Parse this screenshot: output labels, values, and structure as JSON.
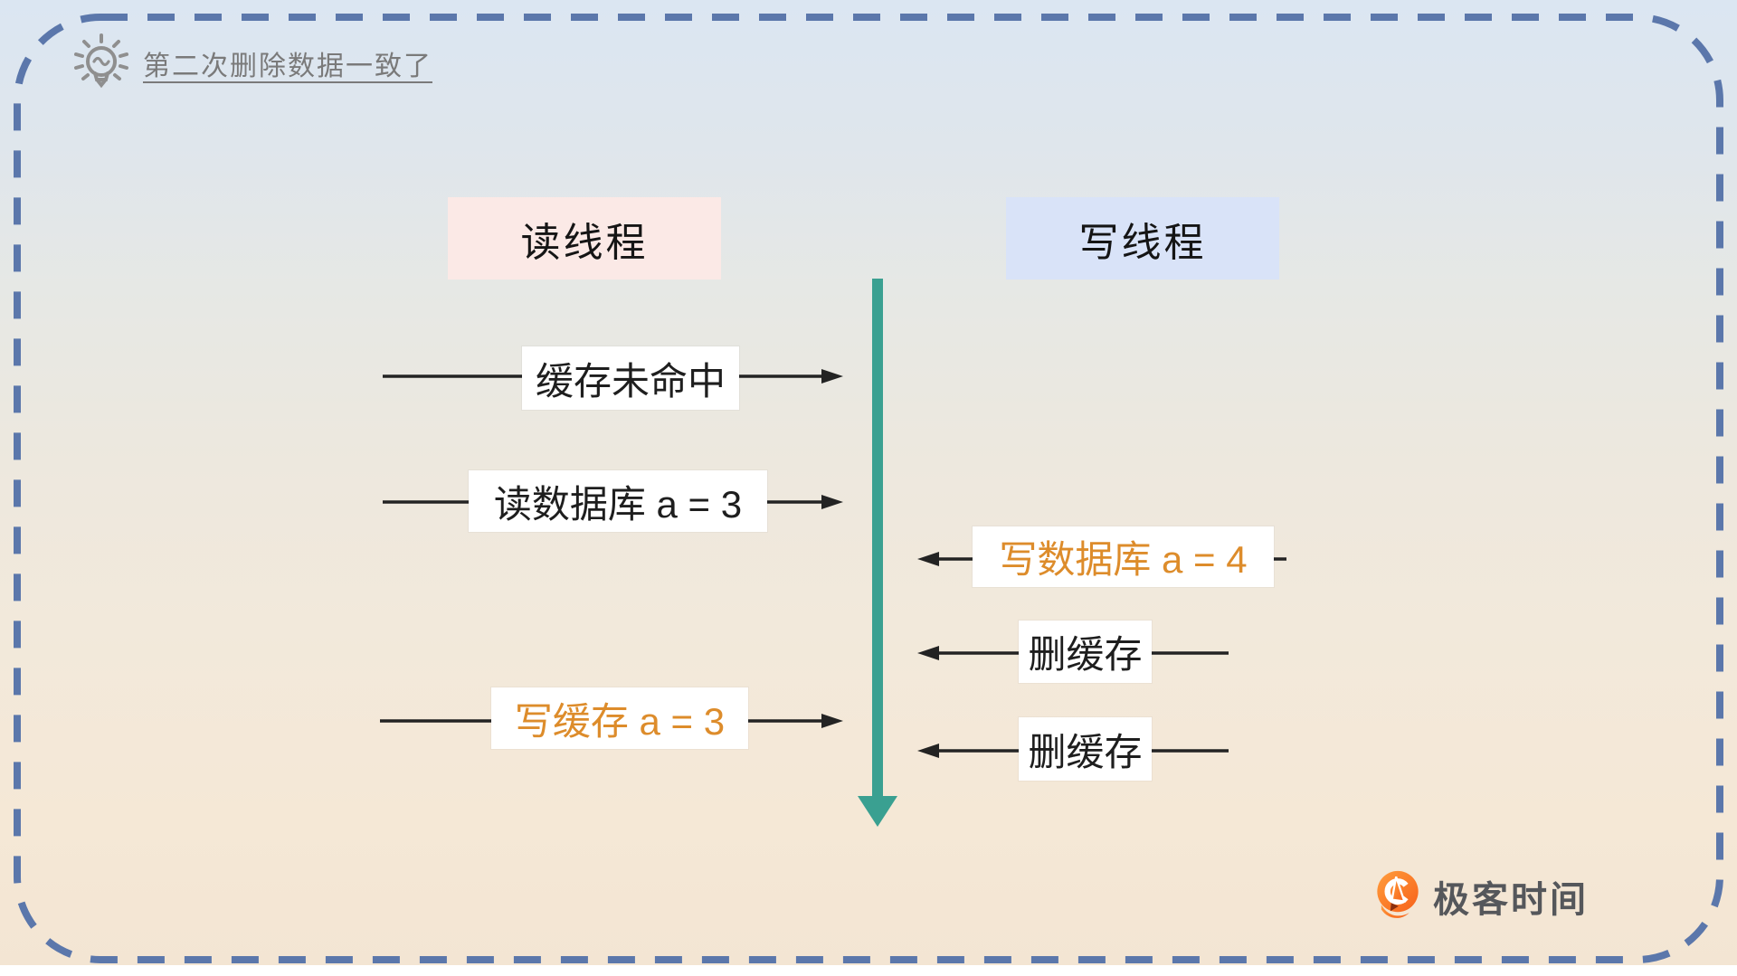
{
  "note": {
    "icon": "lightbulb-icon",
    "text": "第二次删除数据一致了"
  },
  "headers": {
    "read_thread": "读线程",
    "write_thread": "写线程"
  },
  "timeline": {
    "direction": "down",
    "description": "time-axis-arrow"
  },
  "events": [
    {
      "side": "left",
      "label": "缓存未命中",
      "emphasis": "normal"
    },
    {
      "side": "left",
      "label": "读数据库 a = 3",
      "emphasis": "normal"
    },
    {
      "side": "right",
      "label": "写数据库 a = 4",
      "emphasis": "orange"
    },
    {
      "side": "right",
      "label": "删缓存",
      "emphasis": "normal"
    },
    {
      "side": "left",
      "label": "写缓存 a = 3",
      "emphasis": "orange"
    },
    {
      "side": "right",
      "label": "删缓存",
      "emphasis": "normal"
    }
  ],
  "watermark": {
    "icon": "geektime-logo",
    "text": "极客时间"
  },
  "colors": {
    "accent-teal": "#3aa091",
    "accent-orange": "#dd8c2b",
    "border-blue": "#5b77ab",
    "read-header-bg": "#fbe9e6",
    "write-header-bg": "#d9e3f8",
    "line-black": "#232323",
    "note-gray": "#7a7a7a",
    "logo-orange": "#f7611a",
    "logo-text": "#55575b"
  }
}
